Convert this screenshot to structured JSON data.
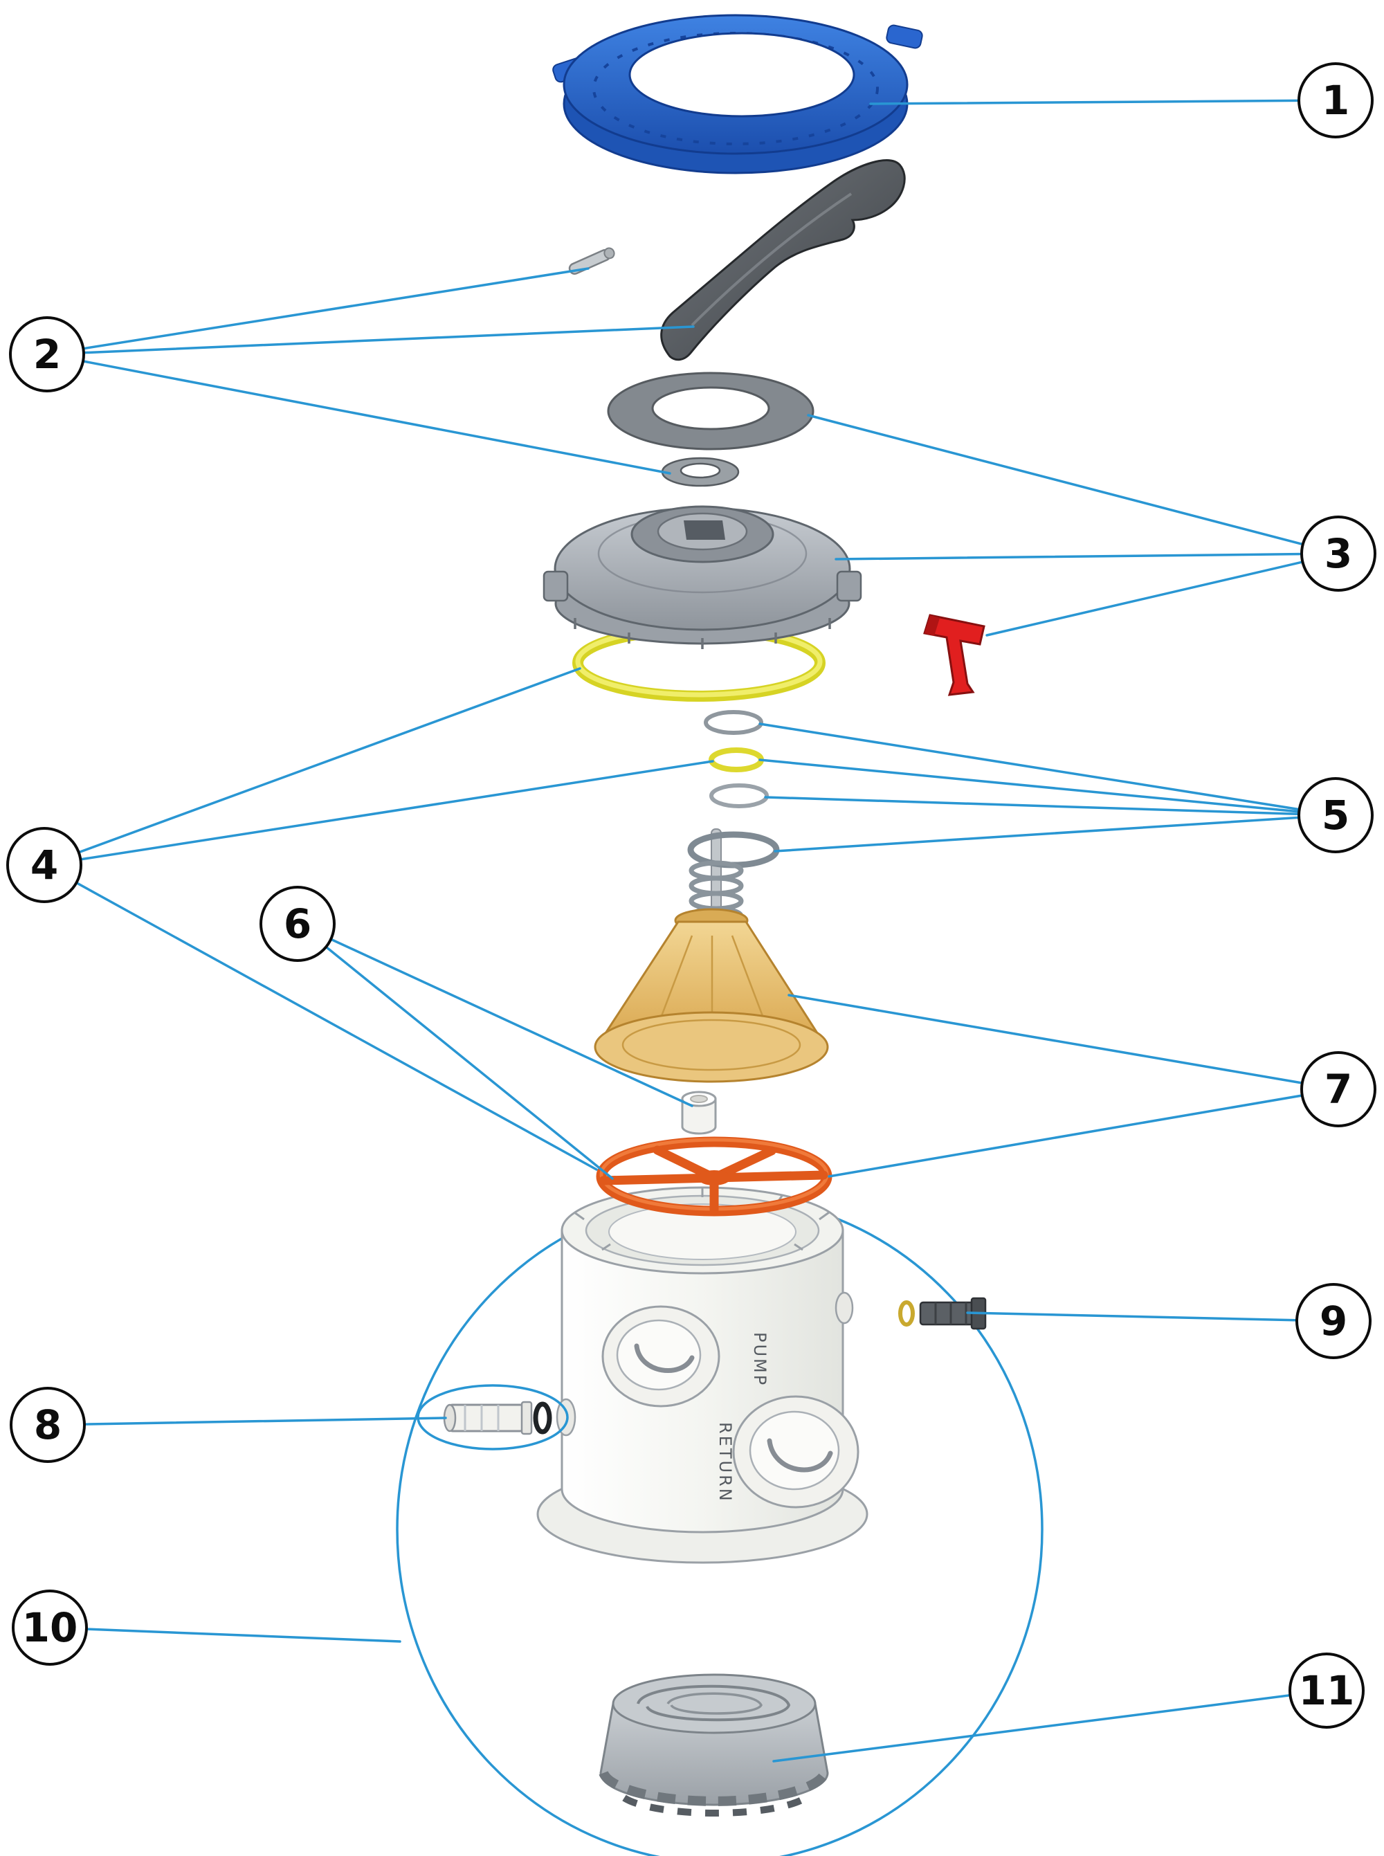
{
  "diagram": {
    "callouts": [
      {
        "label": "1"
      },
      {
        "label": "2"
      },
      {
        "label": "3"
      },
      {
        "label": "4"
      },
      {
        "label": "5"
      },
      {
        "label": "6"
      },
      {
        "label": "7"
      },
      {
        "label": "8"
      },
      {
        "label": "9"
      },
      {
        "label": "10"
      },
      {
        "label": "11"
      }
    ],
    "labels": {
      "pump": "PUMP",
      "return": "RETURN"
    },
    "colors": {
      "leader_line": "#2996d3",
      "clamp_ring": "#2a66cf",
      "handle": "#54595e",
      "cover": "#a9aeb4",
      "lock_lever": "#e11f1f",
      "o_ring_yellow": "#e6e23a",
      "diffuser_cone": "#e9c277",
      "spider_gasket": "#e0591b",
      "valve_body": "#f6f6f3",
      "bottom_diffuser": "#b9bec3"
    }
  }
}
